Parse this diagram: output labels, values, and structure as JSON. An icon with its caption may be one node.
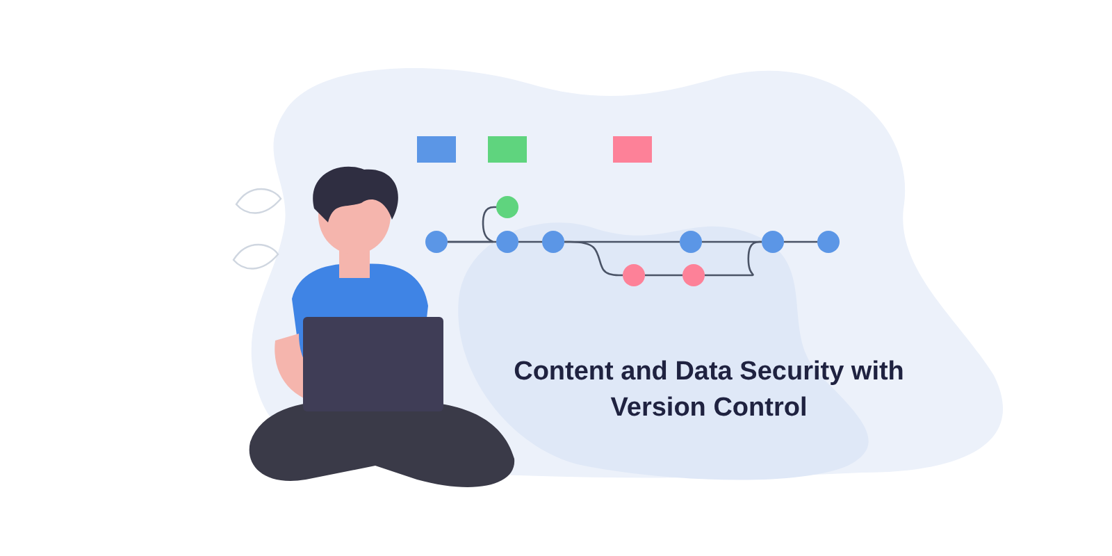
{
  "diagram": {
    "title": "Content and Data Security with Version Control",
    "nodes": [
      {
        "text": [],
        "shape": "circle"
      },
      {
        "text": [],
        "shape": "circle"
      },
      {
        "text": [],
        "shape": "circle"
      },
      {
        "text": [],
        "shape": "circle"
      },
      {
        "text": [],
        "shape": "circle"
      },
      {
        "text": [],
        "shape": "circle"
      },
      {
        "text": [],
        "shape": "circle"
      },
      {
        "text": [],
        "shape": "circle"
      },
      {
        "text": [],
        "shape": "circle"
      }
    ],
    "edges": [
      {
        "from": 0,
        "to": 1,
        "arrow": "none"
      },
      {
        "from": 1,
        "to": 2,
        "arrow": "none"
      },
      {
        "from": 2,
        "to": 3,
        "arrow": "none"
      },
      {
        "from": 3,
        "to": 4,
        "arrow": "none"
      },
      {
        "from": 4,
        "to": 5,
        "arrow": "none"
      },
      {
        "from": 0,
        "to": 6,
        "arrow": "none"
      },
      {
        "from": 2,
        "to": 7,
        "arrow": "none"
      },
      {
        "from": 7,
        "to": 8,
        "arrow": "none"
      },
      {
        "from": 8,
        "to": 4,
        "arrow": "none"
      }
    ]
  }
}
